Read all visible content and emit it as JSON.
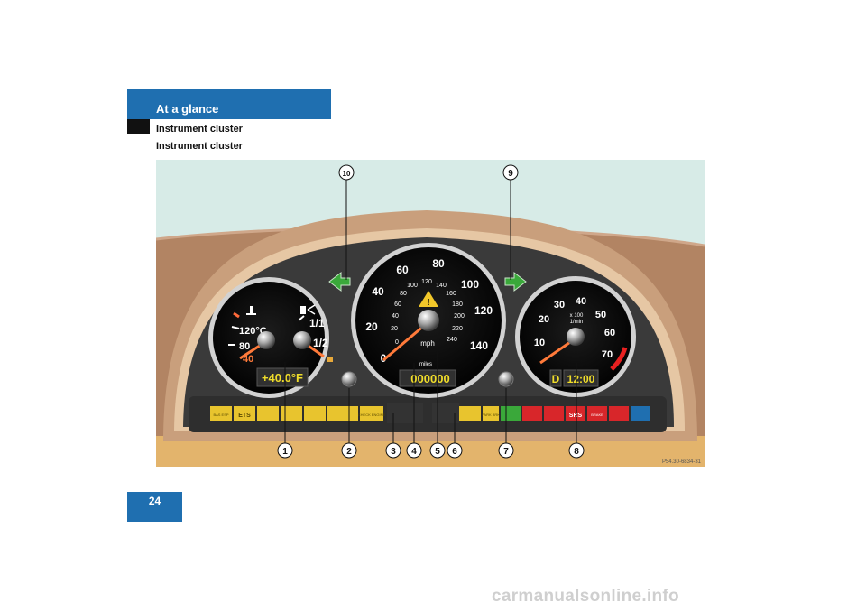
{
  "header": {
    "title": "At a glance"
  },
  "breadcrumbs": [
    "Instrument cluster",
    "Instrument cluster"
  ],
  "page_number": "24",
  "figure": {
    "callouts": [
      "1",
      "2",
      "3",
      "4",
      "5",
      "6",
      "7",
      "8",
      "9",
      "10"
    ],
    "code": "P54.30-6834-31",
    "left_gauge": {
      "temp_labels": [
        "120°C",
        "80",
        "40"
      ],
      "fuel_labels": [
        "1/1",
        "1/2"
      ],
      "display": "+40.0°F"
    },
    "speedometer": {
      "outer_labels": [
        "0",
        "20",
        "40",
        "60",
        "80",
        "100",
        "120",
        "140"
      ],
      "inner_labels": [
        "0",
        "20",
        "40",
        "60",
        "80",
        "100",
        "120",
        "140",
        "160",
        "180",
        "200",
        "220",
        "240"
      ],
      "unit": "mph",
      "odo_unit": "miles",
      "odometer": "000000"
    },
    "tachometer": {
      "labels": [
        "10",
        "20",
        "30",
        "40",
        "50",
        "60",
        "70"
      ],
      "unit_line1": "x 100",
      "unit_line2": "1/min",
      "gear": "D",
      "clock": "12:00"
    },
    "warning_lamps": {
      "left": [
        "BAS ESP",
        "ETS",
        "",
        "",
        "",
        "",
        "",
        "CHECK ENGINE"
      ],
      "right": [
        "",
        "PARK BRK",
        "",
        "",
        "",
        "SRS",
        "BRAKE",
        "",
        ""
      ]
    },
    "colors": {
      "brand_blue": "#1f6fb0",
      "amber": "#e8c42e",
      "red": "#d8262a",
      "green": "#3aa83a"
    }
  },
  "watermark": "carmanualsonline.info"
}
